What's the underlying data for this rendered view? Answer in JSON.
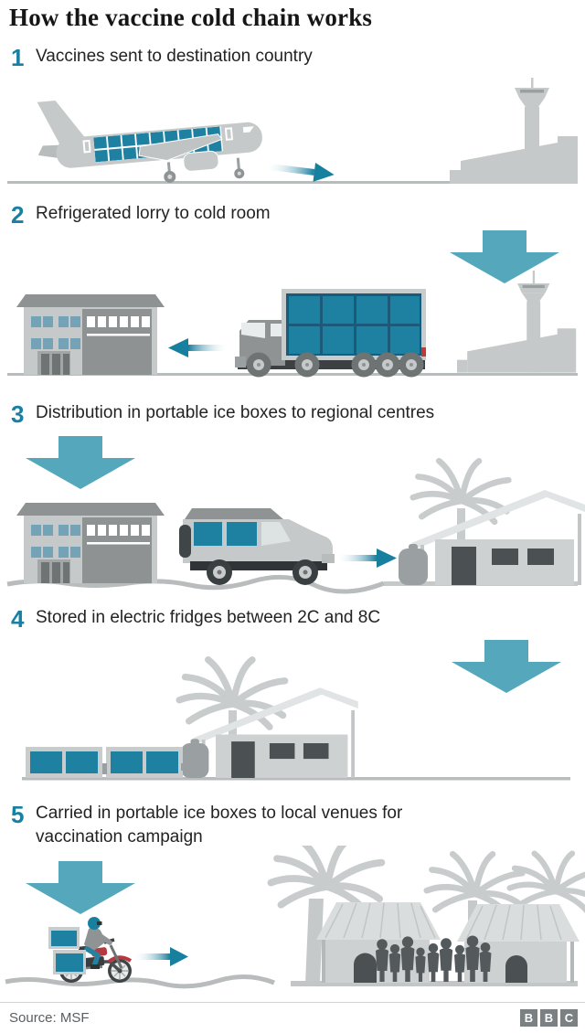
{
  "title": "How the vaccine cold chain works",
  "steps": [
    {
      "number": "1",
      "label": "Vaccines sent to destination country",
      "illustration": "airplane-with-vaccine-cargo-arriving-at-airport"
    },
    {
      "number": "2",
      "label": "Refrigerated lorry to cold room",
      "illustration": "refrigerated-lorry-driving-from-airport-to-cold-room"
    },
    {
      "number": "3",
      "label": "Distribution in portable ice boxes to regional centres",
      "illustration": "pickup-truck-from-cold-room-to-regional-centre"
    },
    {
      "number": "4",
      "label": "Stored in electric fridges between 2C and 8C",
      "illustration": "electric-fridges-connected-to-regional-centre"
    },
    {
      "number": "5",
      "label": "Carried in portable ice boxes to local venues for vaccination campaign",
      "illustration": "motorcycle-courier-to-village-vaccination-queue"
    }
  ],
  "footer": {
    "source": "Source: MSF",
    "logo_letters": [
      "B",
      "B",
      "C"
    ]
  },
  "colors": {
    "accent_teal": "#1880a2",
    "vaccine_box_teal": "#1f81a2",
    "big_arrow_teal": "#55a7bc",
    "small_arrow_teal": "#17809f",
    "silhouette_gray": "#c6c9ca",
    "mid_gray": "#8e9293",
    "dark_detail_gray": "#4b5052",
    "window_blue": "#74a3b8",
    "text_color": "#232323",
    "source_gray": "#5a5e60",
    "bbc_logo_gray": "#7b8082"
  }
}
